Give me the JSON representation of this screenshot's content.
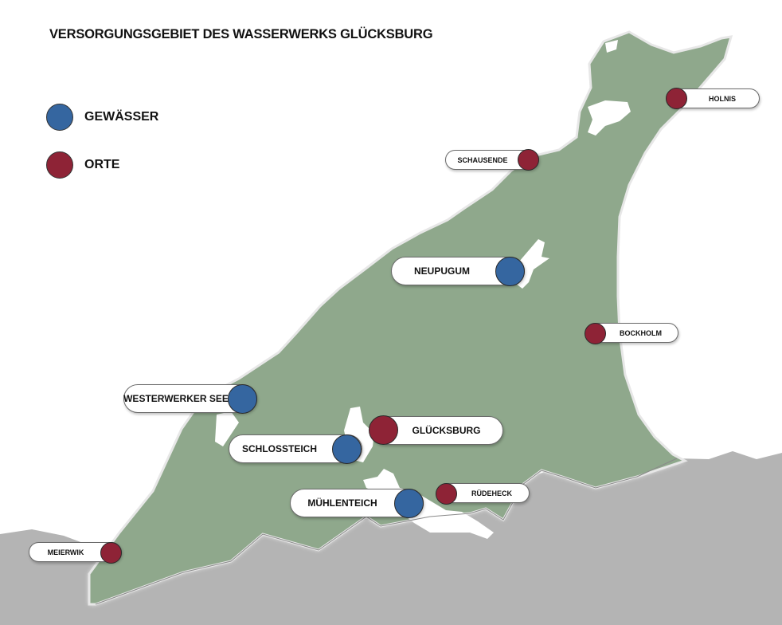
{
  "title": "VERSORGUNGSGEBIET DES WASSERWERKS GLÜCKSBURG",
  "colors": {
    "gewaesser": "#3566a0",
    "orte": "#8e2336",
    "land": "#8fa88c",
    "surrounding": "#b4b4b4",
    "water": "#ffffff"
  },
  "legend": [
    {
      "label": "GEWÄSSER",
      "type": "gewaesser"
    },
    {
      "label": "ORTE",
      "type": "orte"
    }
  ],
  "places": [
    {
      "label": "HOLNIS",
      "type": "orte"
    },
    {
      "label": "SCHAUSENDE",
      "type": "orte"
    },
    {
      "label": "NEUPUGUM",
      "type": "gewaesser"
    },
    {
      "label": "BOCKHOLM",
      "type": "orte"
    },
    {
      "label": "WESTERWERKER SEE",
      "type": "gewaesser"
    },
    {
      "label": "GLÜCKSBURG",
      "type": "orte"
    },
    {
      "label": "SCHLOSSTEICH",
      "type": "gewaesser"
    },
    {
      "label": "RÜDEHECK",
      "type": "orte"
    },
    {
      "label": "MÜHLENTEICH",
      "type": "gewaesser"
    },
    {
      "label": "MEIERWIK",
      "type": "orte"
    }
  ]
}
